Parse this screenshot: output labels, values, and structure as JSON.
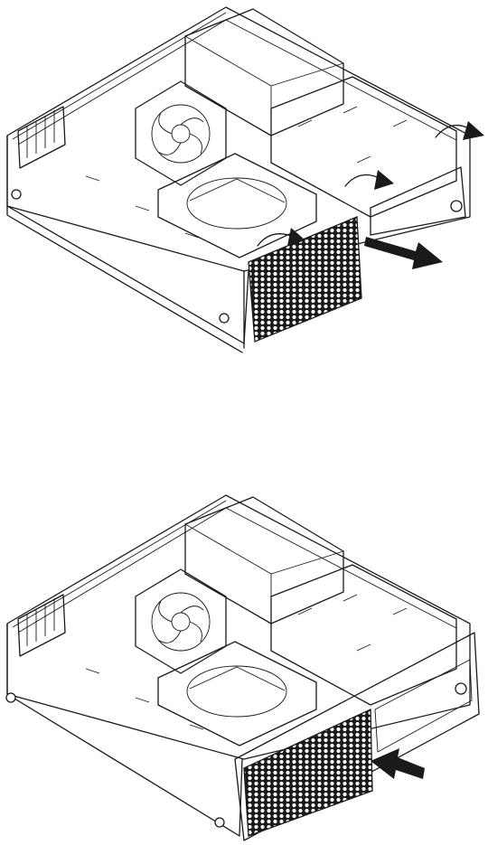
{
  "figure": {
    "panels": [
      {
        "id": "top",
        "action": "remove-front-bezel",
        "arrow_direction": "out"
      },
      {
        "id": "bottom",
        "action": "install-front-bezel",
        "arrow_direction": "in"
      }
    ],
    "colors": {
      "line": "#1a1a1a",
      "background": "#ffffff"
    },
    "icons": [
      "chassis-illustration",
      "fan-icon",
      "hard-drive-icon",
      "release-tab-arrow-icon",
      "motion-arrow-icon",
      "front-bezel-mesh"
    ]
  }
}
